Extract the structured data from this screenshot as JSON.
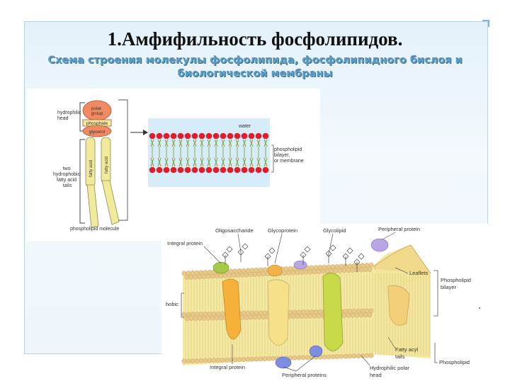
{
  "slide": {
    "title": "1.Амфифильность фосфолипидов.",
    "subtitle_line1": "Схема строения молекулы фосфолипида, фосфолипидного бислоя и",
    "subtitle_line2": "биологической мембраны"
  },
  "figure_molecule": {
    "hydrophilic_head": [
      "hydrophilic",
      "head"
    ],
    "hydrophobic_tails": [
      "two",
      "hydrophobic",
      "fatty acid",
      "tails"
    ],
    "polar_group": [
      "polar",
      "group"
    ],
    "phosphate": "phosphate",
    "glycerol": "glycerol",
    "fatty_acid": "fatty acid",
    "molecule_caption": "phospholipid molecule",
    "water": "water",
    "bilayer": [
      "phospholipid",
      "bilayer,",
      "or membrane"
    ]
  },
  "figure_membrane": {
    "oligosaccharide": "Oligosaccharide",
    "glycoprotein": "Glycoprotein",
    "glycolipid": "Glycolipid",
    "peripheral_protein": "Peripheral protein",
    "integral_protein_top": "Integral protein",
    "leaflets": "Leaflets",
    "phospholipid_bilayer": [
      "Phospholipid",
      "bilayer"
    ],
    "hobic": "hobic",
    "fatty_acyl_tails": [
      "Fatty acyl",
      "tails"
    ],
    "hydrophilic_polar_head": [
      "Hydrophilic polar",
      "head"
    ],
    "integral_protein_bottom": "Integral protein",
    "peripheral_proteins": "Peripheral proteins",
    "phospholipid": "Phospholipid"
  },
  "colors": {
    "subtitle": "#5d9ec6",
    "head_red": "#e01c2a",
    "molecule_head": "#f08a62",
    "molecule_tail": "#f0ea9a",
    "water": "#d6ecf8",
    "bilayer_tan": "#e8c98a",
    "tail_yellow": "#f4eaa4",
    "protein_orange": "#f5b13a",
    "protein_cream": "#f6e08a",
    "protein_green": "#c8d94a",
    "protein_blue": "#7d8ee0",
    "protein_purple": "#b9a4e6"
  }
}
